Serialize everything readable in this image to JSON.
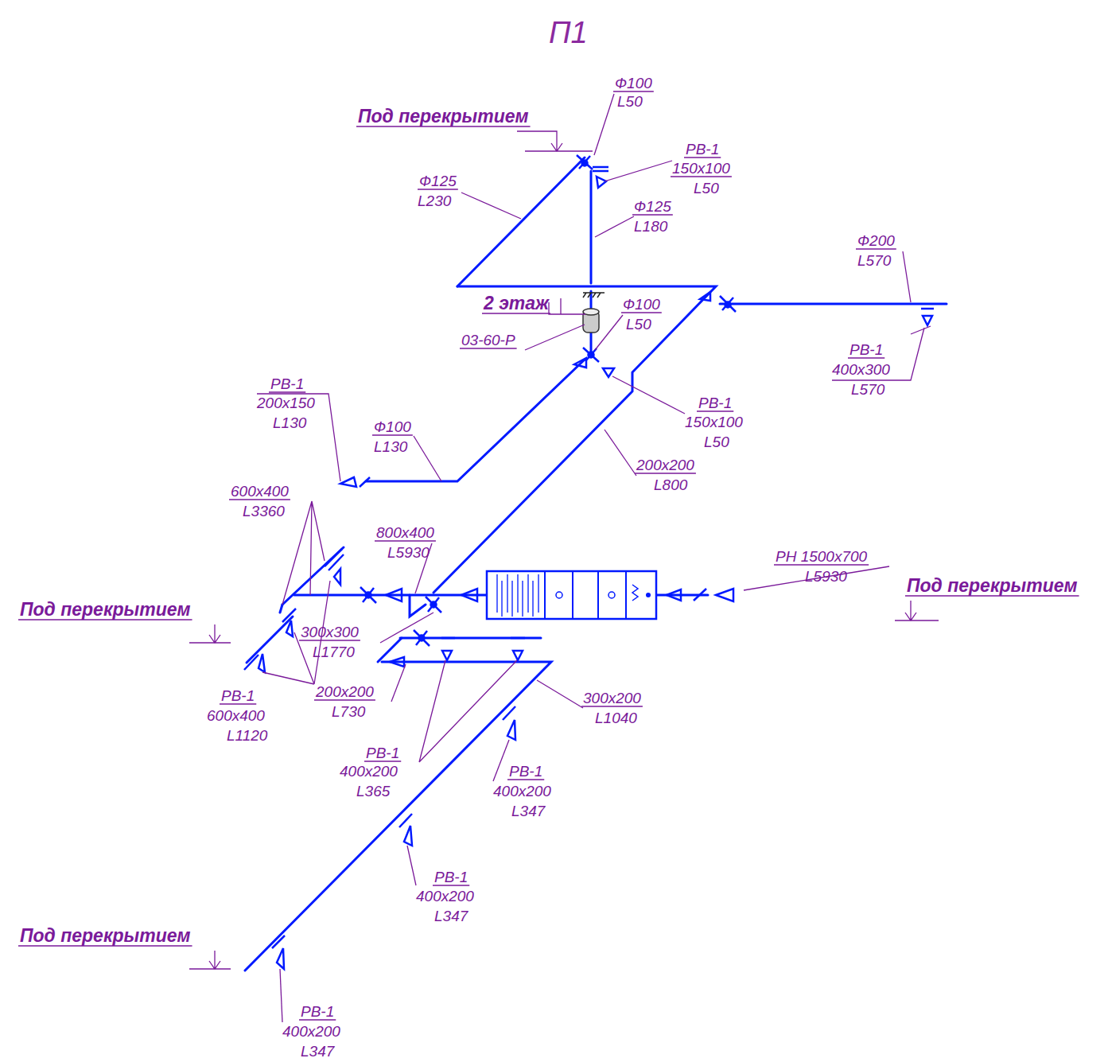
{
  "diagram": {
    "title": "П1",
    "labels": [
      "Под перекрытием",
      "Ф100",
      "L50",
      "РВ-1",
      "150x100",
      "L50",
      "Ф125",
      "L230",
      "Ф125",
      "L180",
      "Ф200",
      "L570",
      "2 этаж",
      "Ф100",
      "L50",
      "03-60-Р",
      "РВ-1",
      "400x300",
      "L570",
      "РВ-1",
      "200x150",
      "L130",
      "РВ-1",
      "150x100",
      "L50",
      "Ф100",
      "L130",
      "200x200",
      "L800",
      "600x400",
      "L3360",
      "800x400",
      "L5930",
      "РН 1500x700",
      "L5930",
      "Под перекрытием",
      "Под перекрытием",
      "300x300",
      "L1770",
      "200x200",
      "L730",
      "300x200",
      "L1040",
      "РВ-1",
      "600x400",
      "L1120",
      "РВ-1",
      "400x200",
      "L365",
      "РВ-1",
      "400x200",
      "L347",
      "РВ-1",
      "400x200",
      "L347",
      "Под перекрытием",
      "РВ-1",
      "400x200",
      "L347"
    ]
  }
}
